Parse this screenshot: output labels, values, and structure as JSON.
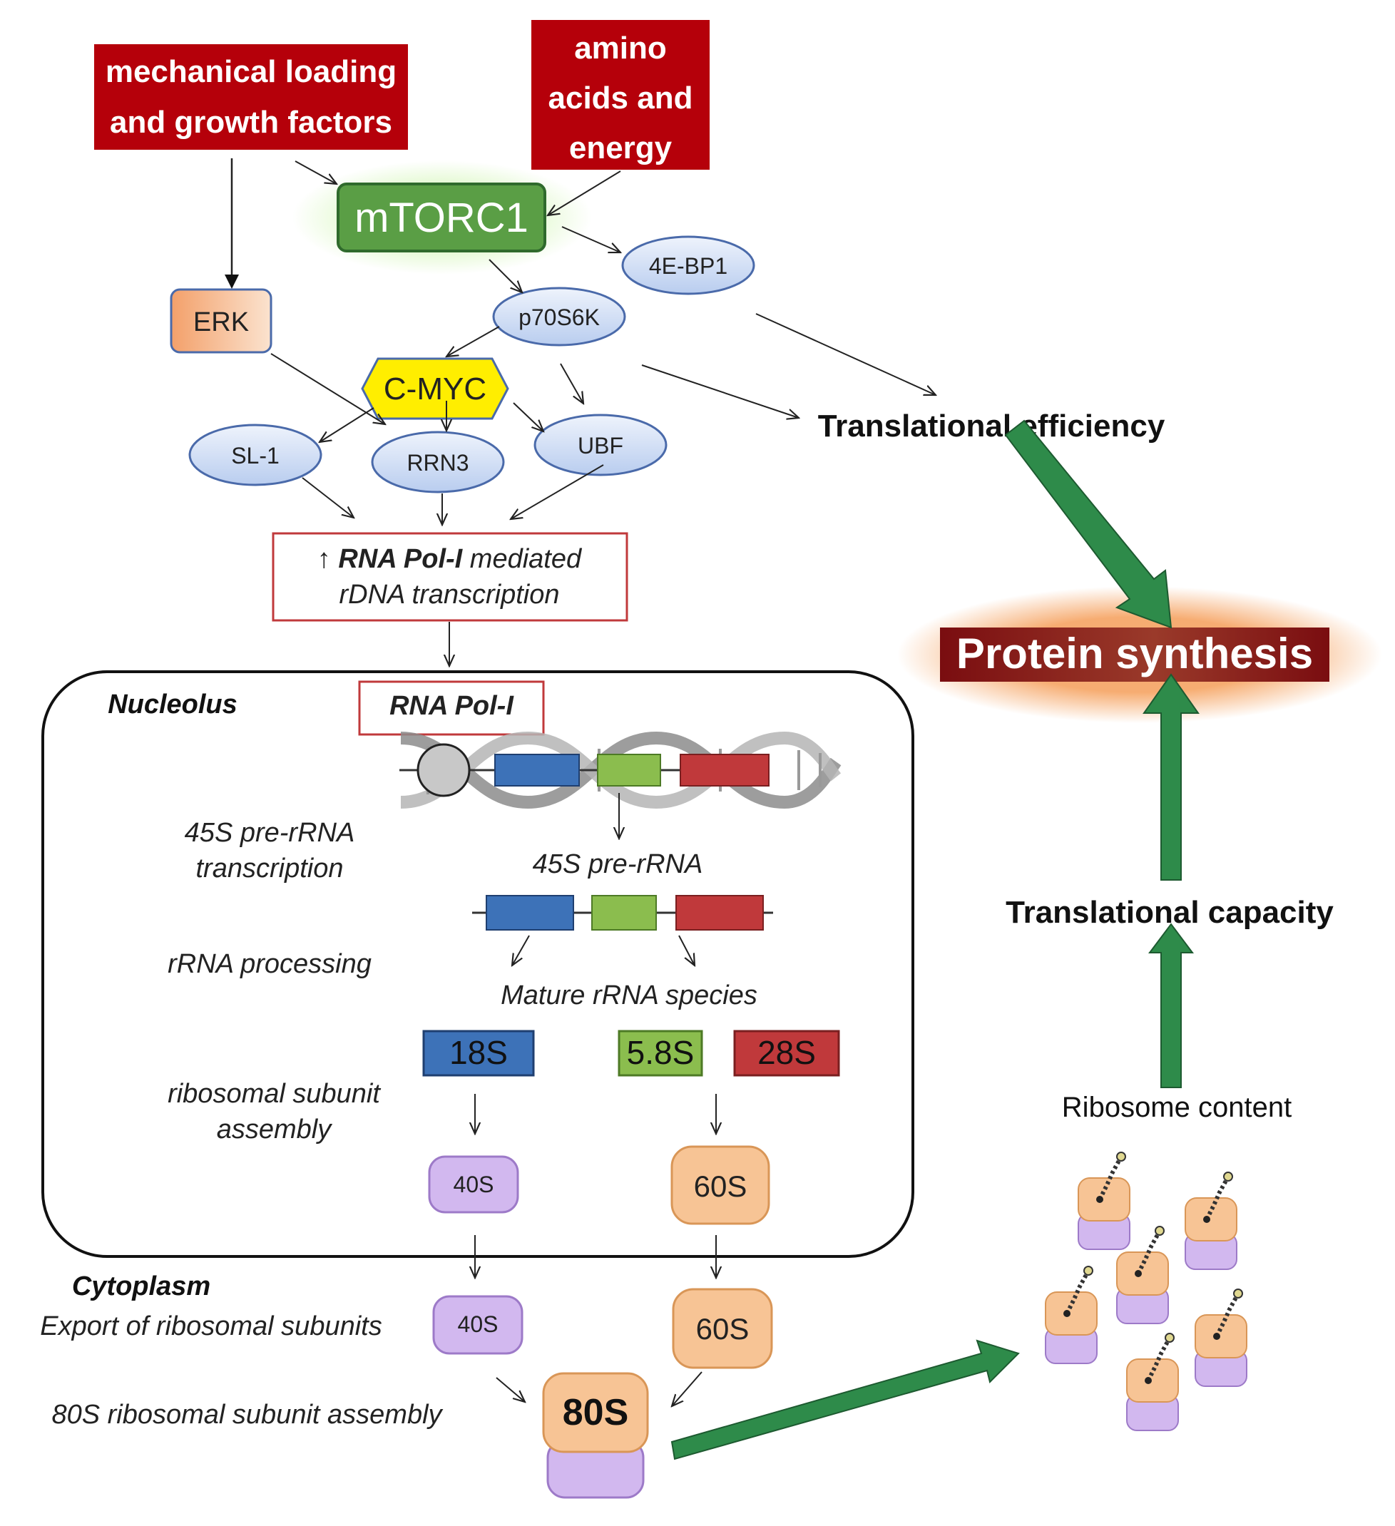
{
  "inputs": {
    "mechanical_line1": "mechanical loading",
    "mechanical_line2": "and growth factors",
    "amino_line1": "amino",
    "amino_line2": "acids and",
    "amino_line3": "energy"
  },
  "nodes": {
    "mtorc1": "mTORC1",
    "erk": "ERK",
    "p70s6k": "p70S6K",
    "eb4p1": "4E-BP1",
    "cmyc": "C-MYC",
    "sl1": "SL-1",
    "rrn3": "RRN3",
    "ubf": "UBF"
  },
  "outcomes": {
    "translational_efficiency": "Translational efficiency",
    "protein_synthesis": "Protein synthesis",
    "translational_capacity": "Translational capacity",
    "ribosome_content": "Ribosome content"
  },
  "rna_pol_box": {
    "arrow": "↑",
    "bold_part": "RNA Pol-I",
    "line1_rest": " mediated",
    "line2": "rDNA transcription"
  },
  "nucleolus": {
    "title": "Nucleolus",
    "pol_label": "RNA Pol-I",
    "step_transcription_line1": "45S pre-rRNA",
    "step_transcription_line2": "transcription",
    "pre_rrna_label": "45S pre-rRNA",
    "step_processing": "rRNA processing",
    "mature_label": "Mature rRNA species",
    "rrna_18s": "18S",
    "rrna_58s": "5.8S",
    "rrna_28s": "28S",
    "step_assembly_line1": "ribosomal subunit",
    "step_assembly_line2": "assembly",
    "sub_40s": "40S",
    "sub_60s": "60S"
  },
  "cytoplasm": {
    "title": "Cytoplasm",
    "export_label": "Export of ribosomal subunits",
    "assembly_label": "80S ribosomal subunit assembly",
    "sub_40s": "40S",
    "sub_60s": "60S",
    "ribosome_80s": "80S"
  },
  "colors": {
    "dark_red": "#b5000a",
    "mtorc_green": "#5a9e45",
    "node_blue_fill": "#d4e2f7",
    "node_blue_stroke": "#4a6aaa",
    "erk_orange": "#e8874f",
    "cmyc_yellow": "#ffee00",
    "box_red_border": "#c0393b",
    "block_blue": "#3d72b8",
    "block_green": "#8bbd4e",
    "block_red": "#c0393b",
    "subunit_purple": "#d2b8ef",
    "subunit_orange": "#f7c495",
    "big_arrow_green": "#2e8b4a",
    "protein_dark": "#7a0d10"
  }
}
